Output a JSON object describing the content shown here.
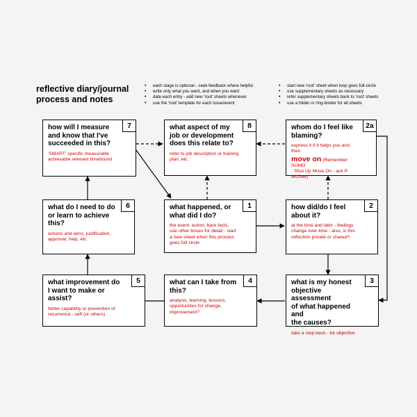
{
  "title": [
    "reflective diary/journal",
    "process and notes"
  ],
  "notes_left": [
    "each stage is optional - seek feedback where helpful",
    "write only what you want, and when you want",
    "date each entry - add new 'root' sheets whenever",
    "use the 'root' template for each issue/event"
  ],
  "notes_right": [
    "start new 'root' sheet when loop goes full-circle",
    "use supplementary sheets as necessary",
    "refer supplementary sheets back to 'root' sheets",
    "use a folder or ring-binder for all sheets"
  ],
  "boxes": {
    "b7": {
      "num": "7",
      "head": [
        "how will I measure",
        "and know that I've",
        "succeeded in this?"
      ],
      "body": [
        "'SMART' specific measurable",
        "achievable relevant timebound"
      ]
    },
    "b8": {
      "num": "8",
      "head": [
        "what aspect of my",
        "job or development",
        "does this relate to?"
      ],
      "body": [
        "refer to job description or training",
        "plan, etc"
      ]
    },
    "b2a": {
      "num": "2a",
      "head": [
        "whom do I feel like",
        "blaming?"
      ],
      "body": [
        "express it if it helps you and then"
      ],
      "body_big": "move on",
      "body_after_big": " (Remember SUMO",
      "body_tail": [
        "- Shut Up Move On - ack P McGee)"
      ]
    },
    "b6": {
      "num": "6",
      "head": [
        "what do I need to do",
        "or learn to achieve",
        "this?"
      ],
      "body": [
        "actions and aims, justification,",
        "approval, help, etc"
      ]
    },
    "b1": {
      "num": "1",
      "head": [
        "what happened, or",
        "what did I do?"
      ],
      "body": [
        "the event, action, bare facts,",
        "use other boxes for detail - start",
        "a new sheet when this process",
        "goes full circle"
      ]
    },
    "b2": {
      "num": "2",
      "head": [
        "how did/do I feel",
        "about it?"
      ],
      "body": [
        "at the time and later - feelings",
        "change over time - also, is this",
        "reflection private or shared?"
      ]
    },
    "b5": {
      "num": "5",
      "head": [
        "what improvement do",
        "I want to make or",
        "assist?"
      ],
      "body": [
        "better capability or prevention of",
        "recurrence - self (or others)"
      ]
    },
    "b4": {
      "num": "4",
      "head": [
        "what can I take from",
        "this?"
      ],
      "body": [
        "analysis, learning, lessons,",
        "opportunities for change,",
        "improvement?"
      ]
    },
    "b3": {
      "num": "3",
      "head": [
        "what is my honest",
        "objective assessment",
        "of what happened and",
        "the causes?"
      ],
      "body": [
        "take a step back - be objective"
      ]
    }
  }
}
